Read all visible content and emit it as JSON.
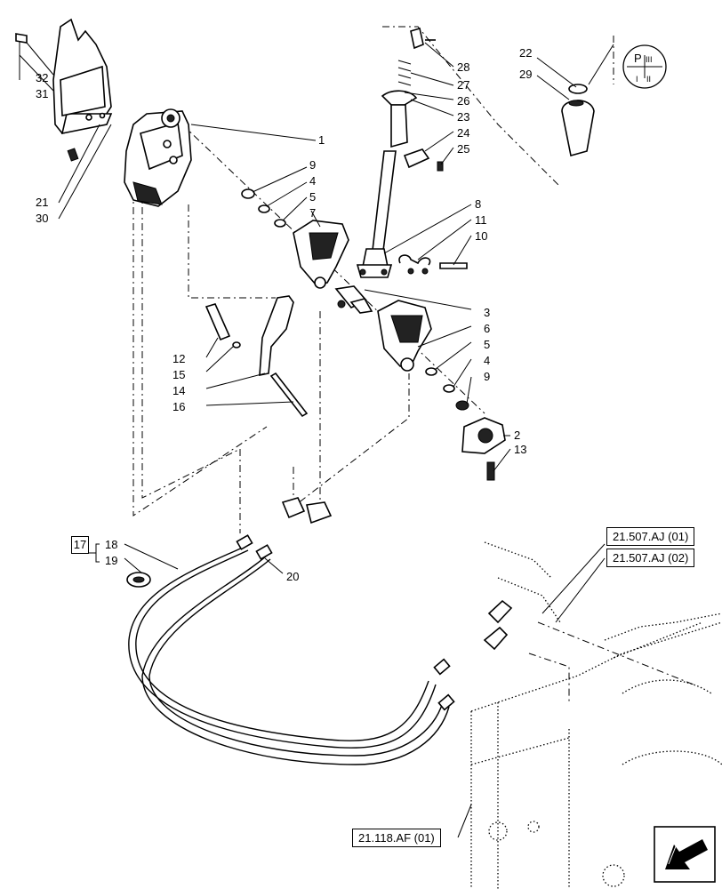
{
  "callouts": [
    {
      "label": "32",
      "anchor": "left-top"
    },
    {
      "label": "31",
      "anchor": "left-top"
    },
    {
      "label": "21",
      "anchor": "left"
    },
    {
      "label": "30",
      "anchor": "left"
    },
    {
      "label": "1",
      "anchor": "center"
    },
    {
      "label": "9",
      "anchor": "center"
    },
    {
      "label": "4",
      "anchor": "center"
    },
    {
      "label": "5",
      "anchor": "center"
    },
    {
      "label": "7",
      "anchor": "center"
    },
    {
      "label": "28",
      "anchor": "right"
    },
    {
      "label": "27",
      "anchor": "right"
    },
    {
      "label": "26",
      "anchor": "right"
    },
    {
      "label": "23",
      "anchor": "right"
    },
    {
      "label": "24",
      "anchor": "right"
    },
    {
      "label": "25",
      "anchor": "right"
    },
    {
      "label": "22",
      "anchor": "top-right"
    },
    {
      "label": "29",
      "anchor": "top-right"
    },
    {
      "label": "8",
      "anchor": "right"
    },
    {
      "label": "11",
      "anchor": "right"
    },
    {
      "label": "10",
      "anchor": "right"
    },
    {
      "label": "3",
      "anchor": "right"
    },
    {
      "label": "6",
      "anchor": "right"
    },
    {
      "label": "5",
      "anchor": "right"
    },
    {
      "label": "4",
      "anchor": "right"
    },
    {
      "label": "9",
      "anchor": "right"
    },
    {
      "label": "2",
      "anchor": "right"
    },
    {
      "label": "13",
      "anchor": "right"
    },
    {
      "label": "12",
      "anchor": "left"
    },
    {
      "label": "15",
      "anchor": "left"
    },
    {
      "label": "14",
      "anchor": "left"
    },
    {
      "label": "16",
      "anchor": "left"
    },
    {
      "label": "18",
      "anchor": "left"
    },
    {
      "label": "19",
      "anchor": "left"
    },
    {
      "label": "20",
      "anchor": "center"
    }
  ],
  "group_box": "17",
  "references": [
    "21.507.AJ (01)",
    "21.507.AJ (02)",
    "21.118.AF (01)"
  ],
  "shift_pattern": {
    "symbols": [
      "P",
      "III",
      "I",
      "II"
    ]
  },
  "nav_icon": "arrow-left-down-icon",
  "colors": {
    "line": "#000000",
    "background": "#ffffff"
  }
}
